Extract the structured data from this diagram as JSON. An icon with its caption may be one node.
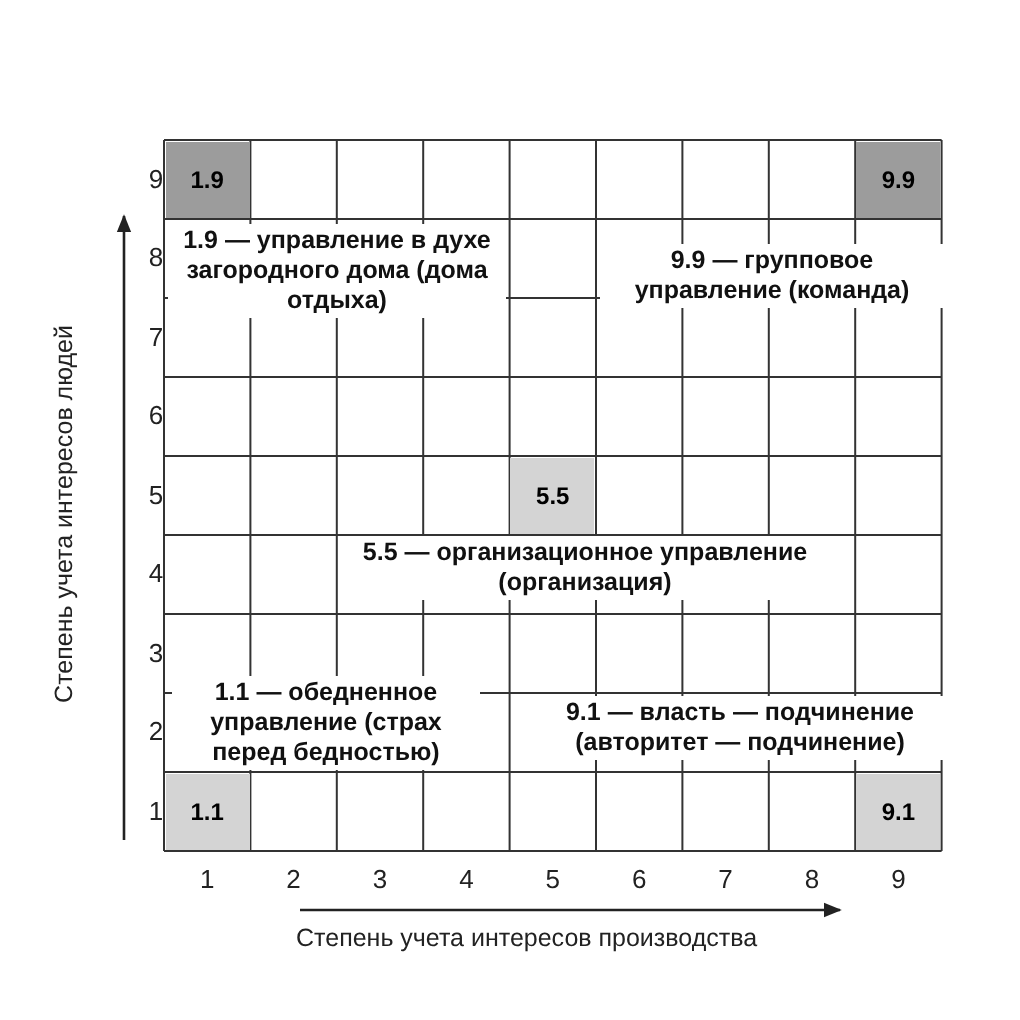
{
  "diagram": {
    "nodes": [
      {
        "text": [
          "1.9"
        ]
      },
      {
        "text": [
          "9.9"
        ]
      },
      {
        "text": [
          "5.5"
        ]
      },
      {
        "text": [
          "1.1"
        ]
      },
      {
        "text": [
          "9.1"
        ]
      }
    ],
    "labels": [
      "9",
      "8",
      "1.9 — управление в духе загородного дома (дома отдыха)",
      "9.9 — групповое управление (команда)",
      "7",
      "6",
      "5",
      "4",
      "5.5 — организационное управление (организация)",
      "3",
      "1.1 — обедненное управление (страх перед бедностью)",
      "2",
      "9.1 — власть — подчинение (авторитет — подчинение)",
      "1",
      "1",
      "2",
      "3",
      "4",
      "5",
      "6",
      "7",
      "8",
      "9",
      "Степень учета интересов производства",
      "Степень учета интересов людей"
    ]
  }
}
